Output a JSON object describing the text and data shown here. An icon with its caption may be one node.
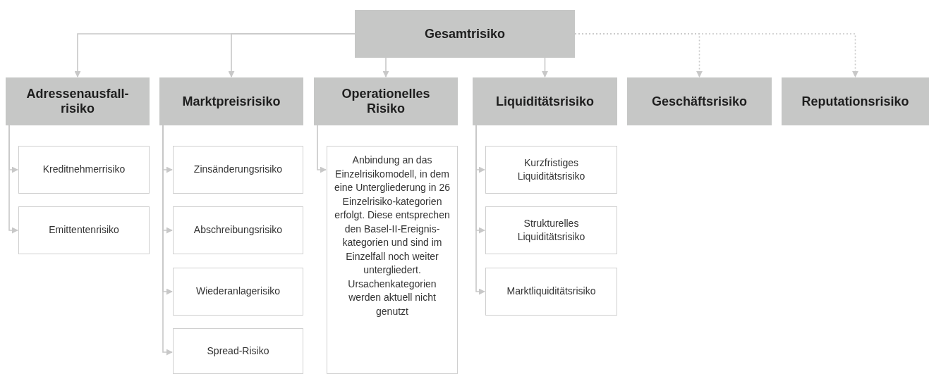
{
  "diagram": {
    "nodes": [
      {
        "text": [
          "Gesamtrisiko"
        ]
      },
      {
        "text": [
          "Adressenausfall-risiko"
        ]
      },
      {
        "text": [
          "Marktpreisrisiko"
        ]
      },
      {
        "text": [
          "Operationelles Risiko"
        ]
      },
      {
        "text": [
          "Liquiditätsrisiko"
        ]
      },
      {
        "text": [
          "Geschäftsrisiko"
        ]
      },
      {
        "text": [
          "Reputationsrisiko"
        ]
      },
      {
        "text": [
          "Kreditnehmerrisiko"
        ]
      },
      {
        "text": [
          "Emittentenrisiko"
        ]
      },
      {
        "text": [
          "Zinsänderungsrisiko"
        ]
      },
      {
        "text": [
          "Abschreibungsrisiko"
        ]
      },
      {
        "text": [
          "Wiederanlagerisiko"
        ]
      },
      {
        "text": [
          "Spread-Risiko"
        ]
      },
      {
        "text": [
          "Anbindung an das Einzelrisikomodell, in dem eine Untergliederung in 26 Einzelrisiko-kategorien erfolgt. Diese entsprechen den Basel-II-Ereignis-kategorien und sind im Einzelfall noch weiter untergliedert. Ursachenkategorien werden aktuell nicht genutzt"
        ]
      },
      {
        "text": [
          "Kurzfristiges Liquiditätsrisiko"
        ]
      },
      {
        "text": [
          "Strukturelles Liquiditätsrisiko"
        ]
      },
      {
        "text": [
          "Marktliquiditätsrisiko"
        ]
      }
    ],
    "edges": [
      {
        "from": 0,
        "to": 1,
        "arrow": "to"
      },
      {
        "from": 0,
        "to": 2,
        "arrow": "to"
      },
      {
        "from": 0,
        "to": 3,
        "arrow": "to"
      },
      {
        "from": 0,
        "to": 4,
        "arrow": "to"
      },
      {
        "from": 0,
        "to": 5,
        "arrow": "to",
        "style": "dashed"
      },
      {
        "from": 0,
        "to": 6,
        "arrow": "to",
        "style": "dashed"
      },
      {
        "from": 1,
        "to": 7,
        "arrow": "to"
      },
      {
        "from": 1,
        "to": 8,
        "arrow": "to"
      },
      {
        "from": 2,
        "to": 9,
        "arrow": "to"
      },
      {
        "from": 2,
        "to": 10,
        "arrow": "to"
      },
      {
        "from": 2,
        "to": 11,
        "arrow": "to"
      },
      {
        "from": 2,
        "to": 12,
        "arrow": "to"
      },
      {
        "from": 3,
        "to": 13,
        "arrow": "to"
      },
      {
        "from": 4,
        "to": 14,
        "arrow": "to"
      },
      {
        "from": 4,
        "to": 15,
        "arrow": "to"
      },
      {
        "from": 4,
        "to": 16,
        "arrow": "to"
      }
    ]
  }
}
